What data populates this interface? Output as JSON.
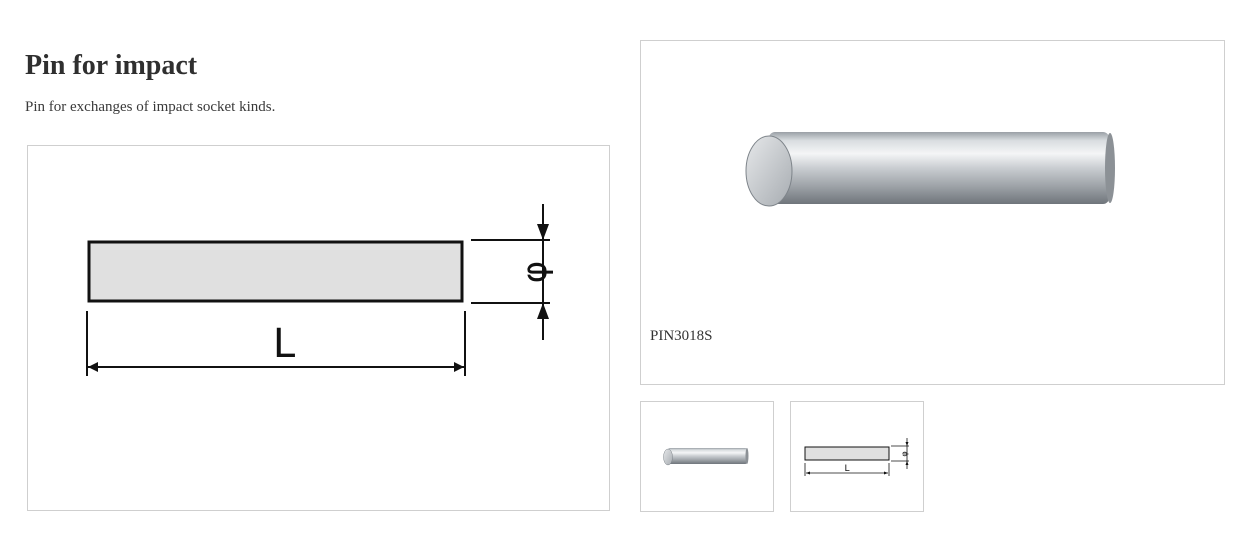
{
  "product": {
    "title": "Pin for impact",
    "description": "Pin for exchanges of impact socket kinds."
  },
  "diagram": {
    "length_symbol": "L",
    "diameter_symbol": "φ"
  },
  "photo": {
    "caption": "PIN3018S"
  },
  "thumbnails": [
    {
      "kind": "photo",
      "icon": "pin-photo-thumbnail"
    },
    {
      "kind": "diagram",
      "icon": "pin-diagram-thumbnail",
      "length_symbol": "L",
      "diameter_symbol": "φ"
    }
  ],
  "colors": {
    "border": "#cfcfcf",
    "pin_fill": "#e0e0e0",
    "ink": "#111111"
  }
}
